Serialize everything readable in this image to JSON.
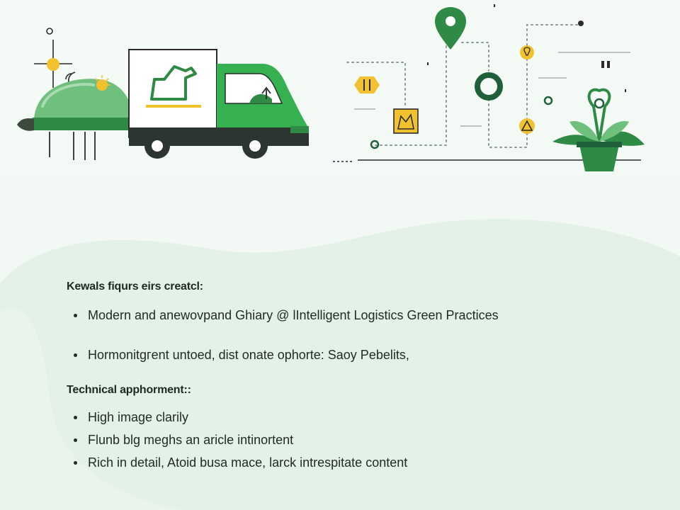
{
  "sections": [
    {
      "title": "Kewals fiqurs eirs creatcl:",
      "items": [
        "Modern and anewovpаnd Ghiary @ lIntelligent Logistics Green Practices",
        "Hormonitgгent untoed, dist onate ophorte: Saoy Pebelits,"
      ]
    },
    {
      "title": "Technical apphorment::",
      "items": [
        "High image clarily",
        "Flunb blg meghs an aricle intinortent",
        "Rich in detail, Atoid busa mace, larck intrespitate content"
      ]
    }
  ],
  "icons": {
    "left": [
      "sun-crosshair-icon",
      "green-dome-vehicle",
      "delivery-truck-icon"
    ],
    "right": [
      "map-pin-icon",
      "dotted-route-network",
      "warehouse-box-icon",
      "lightbulb-icon",
      "warning-triangle-icon",
      "potted-plant-icon"
    ]
  },
  "colors": {
    "brand_green": "#2fa84f",
    "dark_green": "#1f5f3a",
    "accent_yellow": "#f2c12e",
    "text": "#1f2a22",
    "background": "#f3f9f4"
  }
}
